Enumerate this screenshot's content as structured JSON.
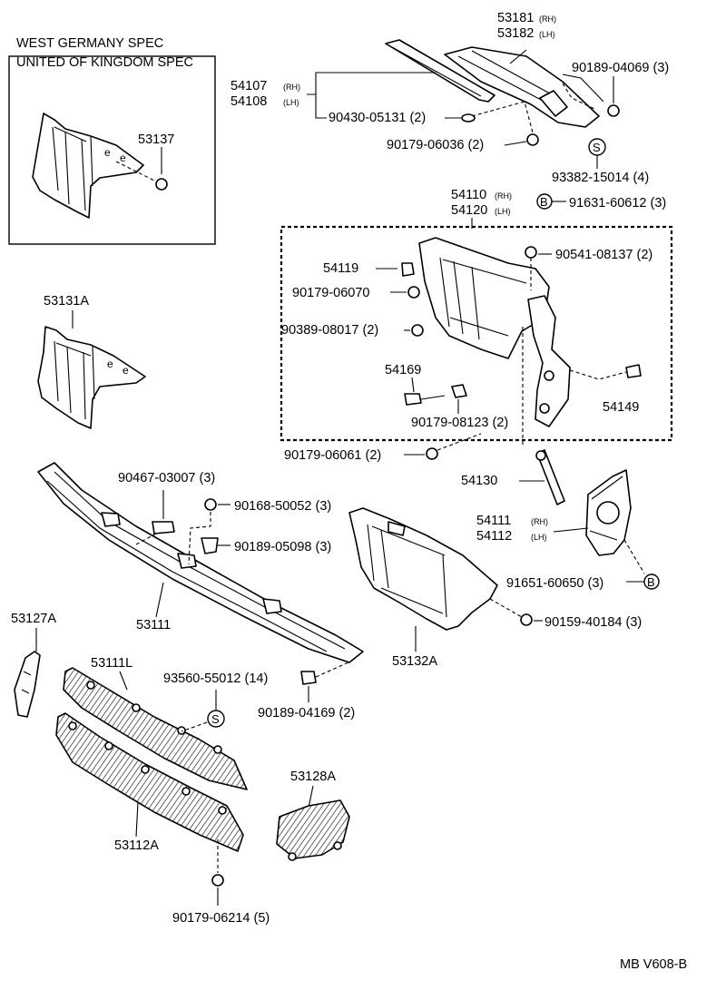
{
  "diagram": {
    "variant_title": {
      "line1": "WEST GERMANY SPEC",
      "line2": "UNITED OF KINGDOM SPEC"
    },
    "drawing_code": "MB V608-B",
    "symbols": {
      "s": "S",
      "b": "B"
    },
    "labels": {
      "p53181": "53181",
      "p53181_sub": "(RH)",
      "p53182": "53182",
      "p53182_sub": "(LH)",
      "p54107": "54107",
      "p54107_sub": "(RH)",
      "p54108": "54108",
      "p54108_sub": "(LH)",
      "p90189_04069": "90189-04069 (3)",
      "p90430_05131": "90430-05131 (2)",
      "p90179_06036": "90179-06036 (2)",
      "p93382_15014": "93382-15014 (4)",
      "p53137": "53137",
      "p54110": "54110",
      "p54110_sub": "(RH)",
      "p54120": "54120",
      "p54120_sub": "(LH)",
      "p91631_60612": "91631-60612 (3)",
      "p90541_08137": "90541-08137 (2)",
      "p54119": "54119",
      "p90179_06070": "90179-06070",
      "p90389_08017": "90389-08017 (2)",
      "p54169": "54169",
      "p54149": "54149",
      "p90179_08123": "90179-08123 (2)",
      "p90179_06061": "90179-06061 (2)",
      "p53131A": "53131A",
      "p90467_03007": "90467-03007 (3)",
      "p90168_50052": "90168-50052 (3)",
      "p90189_05098": "90189-05098 (3)",
      "p54130": "54130",
      "p54111": "54111",
      "p54111_sub": "(RH)",
      "p54112": "54112",
      "p54112_sub": "(LH)",
      "p91651_60650": "91651-60650 (3)",
      "p90159_40184": "90159-40184 (3)",
      "p53127A": "53127A",
      "p53111": "53111",
      "p53132A": "53132A",
      "p53111L": "53111L",
      "p93560_55012": "93560-55012 (14)",
      "p90189_04169": "90189-04169 (2)",
      "p53128A": "53128A",
      "p53112A": "53112A",
      "p90179_06214": "90179-06214 (5)"
    }
  }
}
